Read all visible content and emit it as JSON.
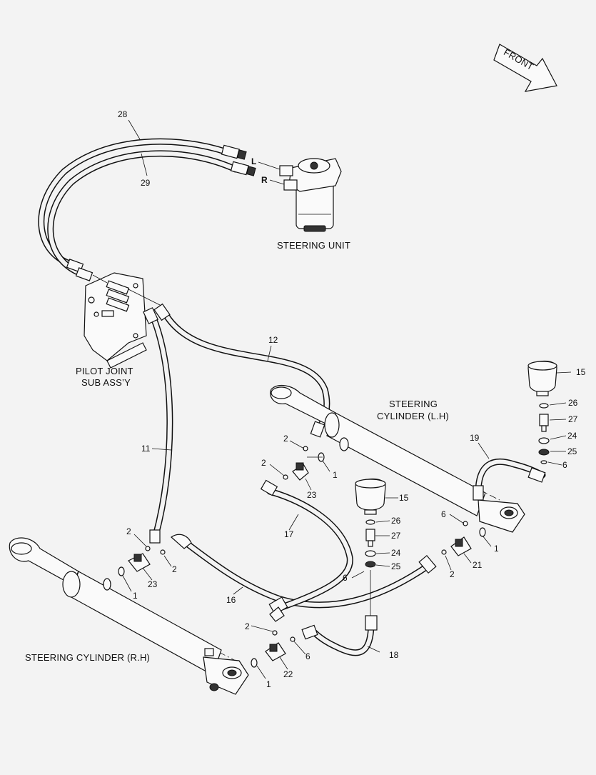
{
  "diagram": {
    "assembly_titles": {
      "steering_unit": "STEERING UNIT",
      "pilot_joint_line1": "PILOT JOINT",
      "pilot_joint_line2": "SUB ASS’Y",
      "cylinder_lh_line1": "STEERING",
      "cylinder_lh_line2": "CYLINDER (L.H)",
      "cylinder_rh": "STEERING CYLINDER (R.H)"
    },
    "front_arrow_label": "FRONT",
    "port_labels": {
      "left": "L",
      "right": "R"
    },
    "callouts": {
      "c28": "28",
      "c29": "29",
      "c12": "12",
      "c11": "11",
      "c15a": "15",
      "c26a": "26",
      "c27a": "27",
      "c24a": "24",
      "c25a": "25",
      "c6a": "6",
      "c19": "19",
      "c2a": "2",
      "c1a": "1",
      "c2b": "2",
      "c23a": "23",
      "c15b": "15",
      "c26b": "26",
      "c27b": "27",
      "c24b": "24",
      "c25b": "25",
      "c6b": "6",
      "c17": "17",
      "c6c": "6",
      "c1b": "1",
      "c21": "21",
      "c2c": "2",
      "c2d": "2",
      "c2e": "2",
      "c23b": "23",
      "c1c": "1",
      "c16": "16",
      "c2f": "2",
      "c6d": "6",
      "c18": "18",
      "c22": "22",
      "c1d": "1"
    }
  }
}
